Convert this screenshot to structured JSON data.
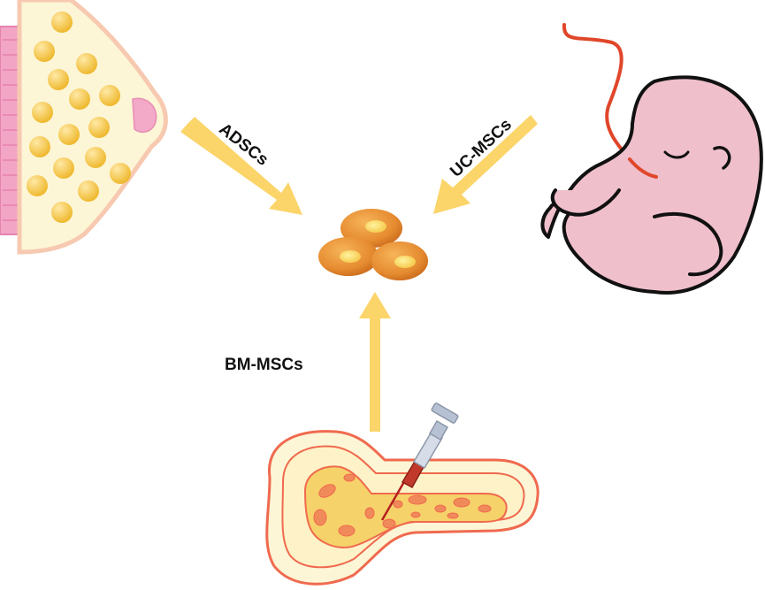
{
  "labels": {
    "adscs": "ADSCs",
    "uc_mscs": "UC-MSCs",
    "bm_mscs": "BM-MSCs"
  },
  "colors": {
    "arrow": "#fbd46a",
    "fat_globule": "#f1c13a",
    "breast_fill": "#fdf6d6",
    "breast_outline": "#f6c9b0",
    "breast_wall": "#f2a5c4",
    "fetus_skin": "#efbfcc",
    "cord": "#e0472a",
    "bone_outline": "#ef6a4e",
    "marrow": "#f6d36a",
    "cells": "#e58a2f",
    "syringe": "#b6c1d3"
  }
}
